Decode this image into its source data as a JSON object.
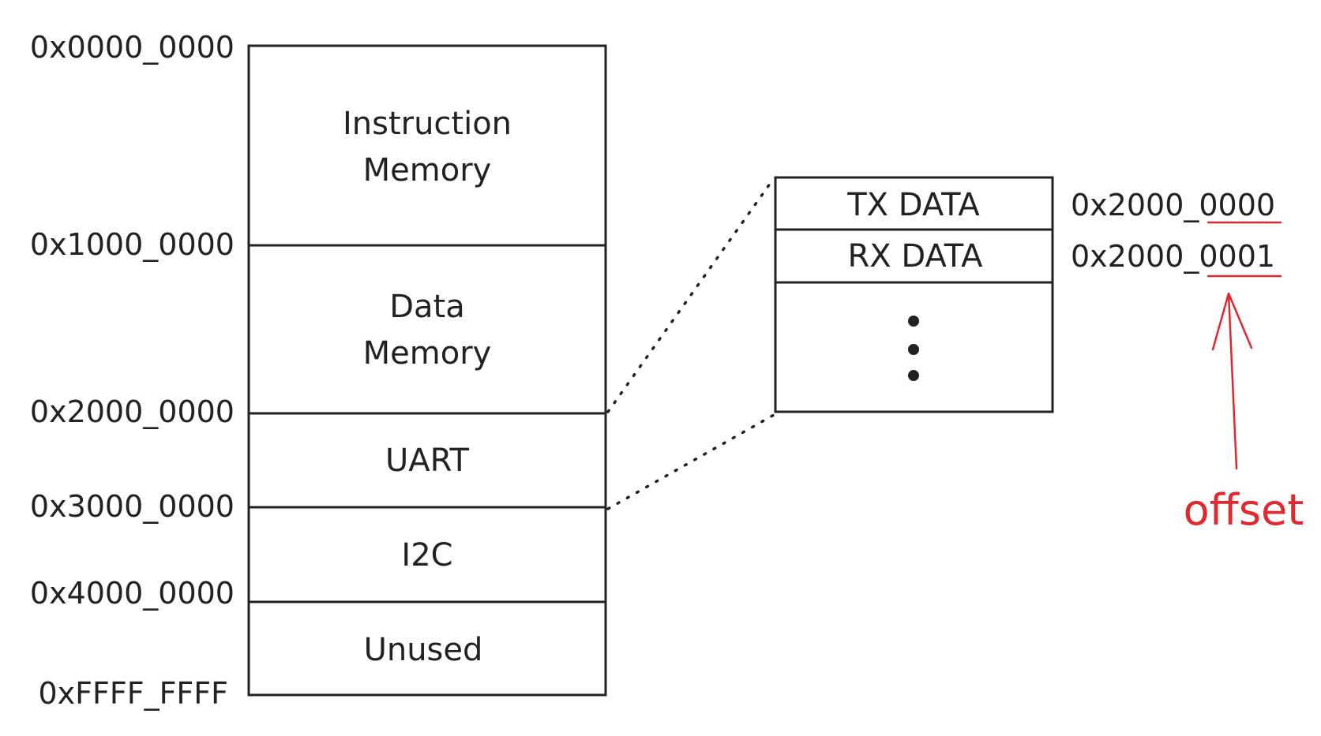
{
  "memory_map": {
    "addresses": [
      "0x0000_0000",
      "0x1000_0000",
      "0x2000_0000",
      "0x3000_0000",
      "0x4000_0000",
      "0xFFFF_FFFF"
    ],
    "regions": [
      {
        "line1": "Instruction",
        "line2": "Memory"
      },
      {
        "line1": "Data",
        "line2": "Memory"
      },
      {
        "line1": "UART",
        "line2": ""
      },
      {
        "line1": "I2C",
        "line2": ""
      },
      {
        "line1": "Unused",
        "line2": ""
      }
    ]
  },
  "uart_detail": {
    "rows": [
      "TX DATA",
      "RX DATA"
    ],
    "addresses": [
      {
        "prefix": "0x2000_",
        "offset": "0000"
      },
      {
        "prefix": "0x2000_",
        "offset": "0001"
      }
    ],
    "ellipsis": "⋮"
  },
  "annotation": {
    "label": "offset",
    "color": "#e0282e"
  }
}
